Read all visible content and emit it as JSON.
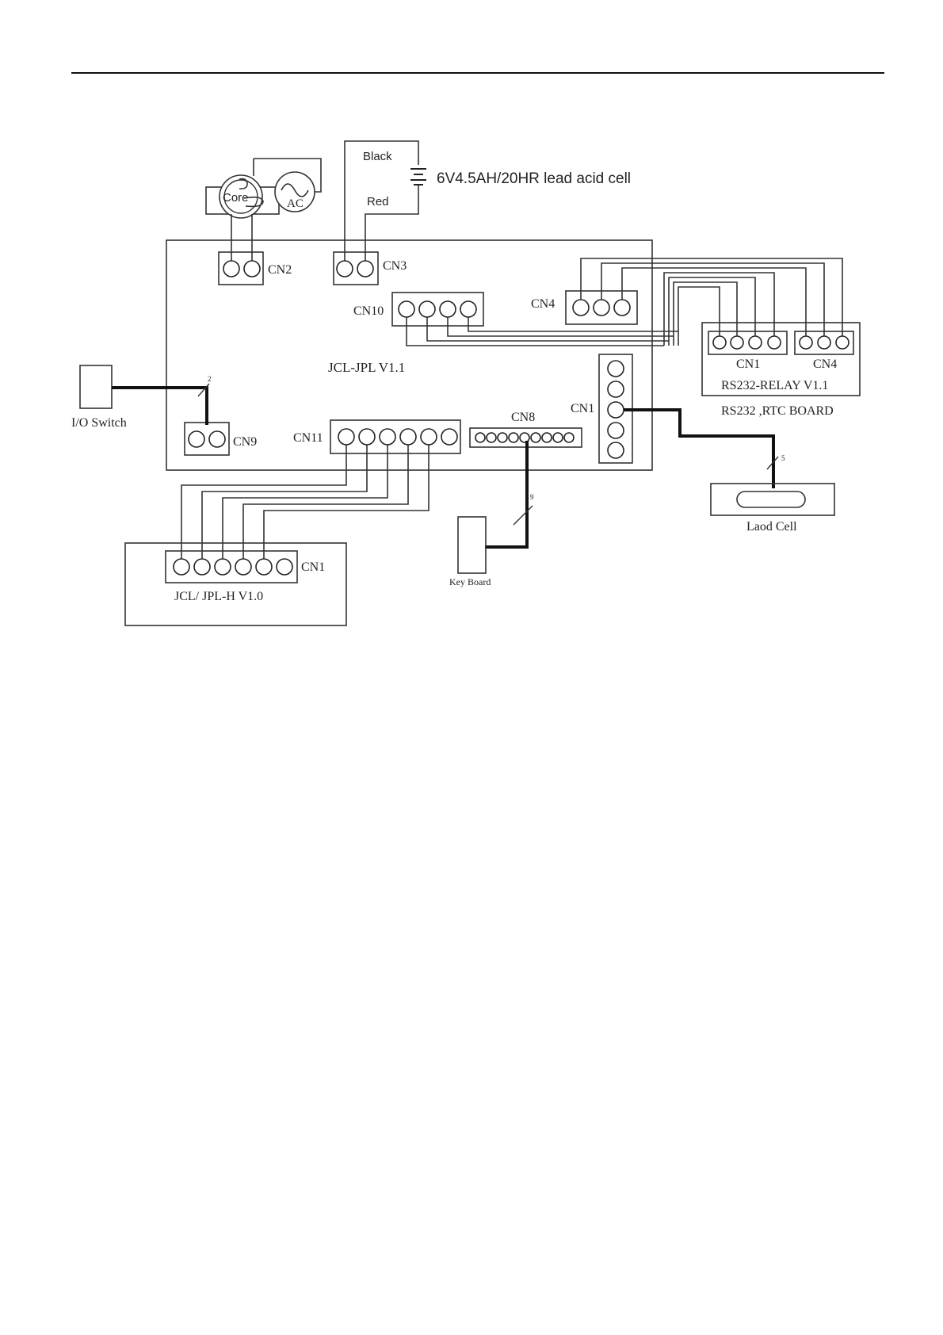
{
  "labels": {
    "black": "Black",
    "red": "Red",
    "battery": "6V4.5AH/20HR lead acid cell",
    "core": "Core",
    "ac": "AC",
    "cn2": "CN2",
    "cn3": "CN3",
    "cn10": "CN10",
    "cn4_main": "CN4",
    "main_board": "JCL-JPL V1.1",
    "cn9": "CN9",
    "cn11": "CN11",
    "cn8": "CN8",
    "cn1_main": "CN1",
    "io_switch": "I/O  Switch",
    "rs_cn1": "CN1",
    "rs_cn4": "CN4",
    "rs_board": "RS232-RELAY  V1.1",
    "rtc_board": "RS232 ,RTC   BOARD",
    "load_cell": "Laod   Cell",
    "key_board": "Key Board",
    "display_cn1": "CN1",
    "display_board": "JCL/ JPL-H V1.0",
    "count_io": "2",
    "count_kb": "9",
    "count_lc": "5"
  }
}
